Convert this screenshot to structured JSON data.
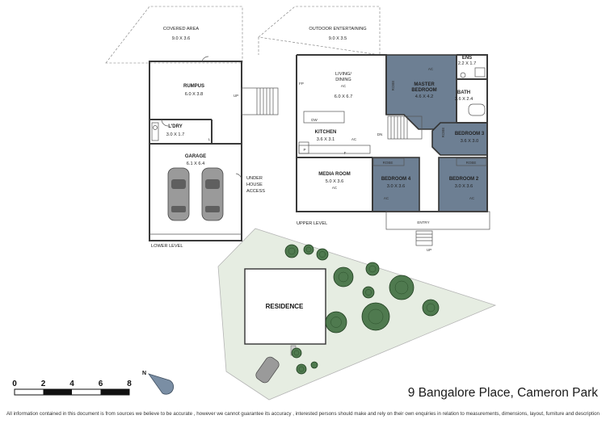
{
  "lower_level": {
    "level_label": "LOWER LEVEL",
    "rooms": {
      "covered_area": {
        "name": "COVERED AREA",
        "size": "9.0 X 3.6"
      },
      "rumpus": {
        "name": "RUMPUS",
        "size": "6.0 X 3.8"
      },
      "laundry": {
        "name": "L'DRY",
        "size": "3.0 X 1.7"
      },
      "garage": {
        "name": "GARAGE",
        "size": "6.1 X 6.4"
      }
    },
    "laundry_tub": "L",
    "stair_up": "UP",
    "under_house": "UNDER HOUSE ACCESS"
  },
  "upper_level": {
    "level_label": "UPPER LEVEL",
    "rooms": {
      "outdoor": {
        "name": "OUTDOOR ENTERTAINING",
        "size": "9.0 X 3.5"
      },
      "living": {
        "name": "LIVING/ DINING",
        "size": "6.0 X 6.7"
      },
      "master": {
        "name": "MASTER BEDROOM",
        "size": "4.6 X 4.2"
      },
      "ens": {
        "name": "ENS",
        "size": "2.2 X 1.7"
      },
      "bath": {
        "name": "BATH",
        "size": "3.6 X 2.4"
      },
      "kitchen": {
        "name": "KITCHEN",
        "size": "3.6 X 3.1"
      },
      "bedroom3": {
        "name": "BEDROOM 3",
        "size": "3.6 X 3.0"
      },
      "media": {
        "name": "MEDIA ROOM",
        "size": "5.0 X 3.6"
      },
      "bedroom4": {
        "name": "BEDROOM 4",
        "size": "3.0 X 3.6"
      },
      "bedroom2": {
        "name": "BEDROOM 2",
        "size": "3.0 X 3.6"
      }
    },
    "ac": "AC",
    "robe": "ROBE",
    "fp": "FP",
    "dw": "DW",
    "pantry": "P",
    "fridge": "F",
    "stair_down": "DN",
    "entry": "ENTRY",
    "entry_up": "UP"
  },
  "site": {
    "residence": "RESIDENCE"
  },
  "scale": {
    "ticks": [
      "0",
      "2",
      "4",
      "6",
      "8"
    ]
  },
  "compass": {
    "north": "N"
  },
  "address": "9 Bangalore Place, Cameron Park",
  "disclaimer": "All information contained in this document is from sources we believe to be accurate , however we cannot guarantee its accuracy , interested persons should make and rely on their own enquiries in relation to measurements, dimensions, layout, furniture and descriptions.",
  "colors": {
    "bedroom_fill": "#6d7f93",
    "wall": "#3a3a3a",
    "lawn": "#e6ede2",
    "tree": "#4f7a4f"
  }
}
